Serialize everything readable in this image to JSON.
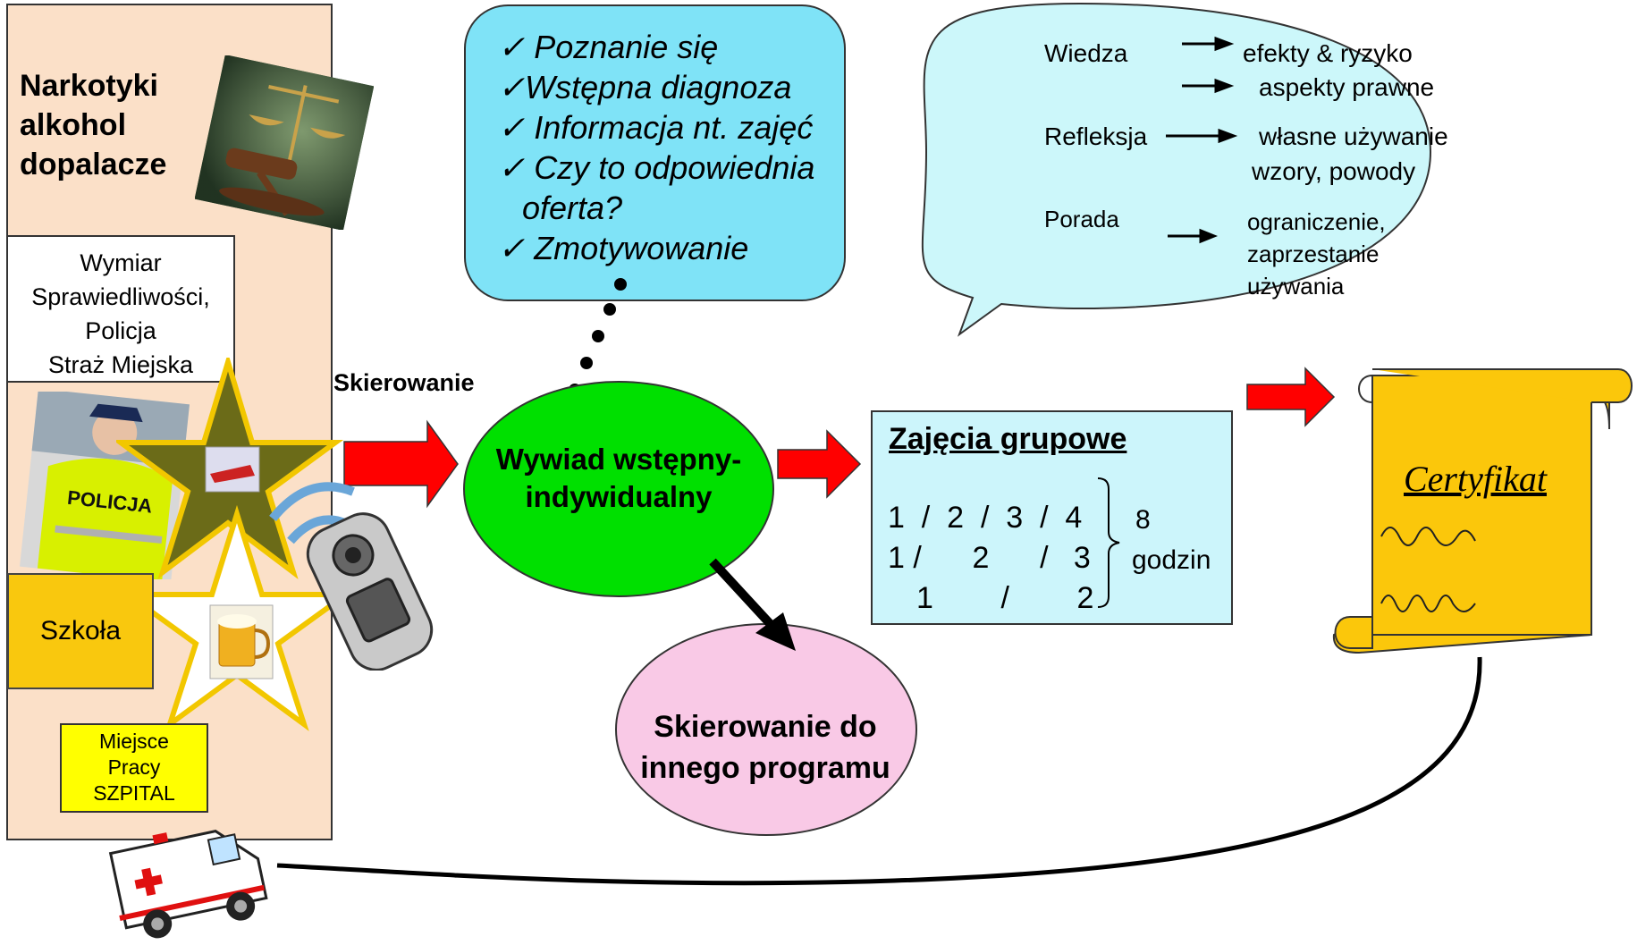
{
  "left": {
    "title_lines": [
      "Narkotyki",
      "alkohol",
      "dopalacze"
    ],
    "institutions": [
      "Wymiar",
      "Sprawiedliwości,",
      "Policja",
      "Straż Miejska"
    ],
    "school": "Szkoła",
    "workplace": [
      "Miejsce",
      "Pracy",
      "SZPITAL"
    ],
    "police_badge": "POLICJA"
  },
  "referral_label": "Skierowanie",
  "thought_bubble": {
    "items": [
      "Poznanie się",
      "Wstępna diagnoza",
      "Informacja nt. zajęć",
      "Czy to odpowiednia",
      "oferta?",
      "Zmotywowanie"
    ],
    "check": "✓"
  },
  "speech_bubble": {
    "rows": [
      {
        "label": "Wiedza",
        "values": [
          "efekty & ryzyko",
          "aspekty prawne"
        ]
      },
      {
        "label": "Refleksja",
        "values": [
          "własne używanie",
          "wzory, powody"
        ]
      },
      {
        "label": "Porada",
        "values": [
          "ograniczenie,",
          "zaprzestanie",
          "używania"
        ]
      }
    ]
  },
  "interview": [
    "Wywiad wstępny-",
    "indywidualny"
  ],
  "group": {
    "title": "Zajęcia grupowe",
    "rows": [
      "1  /  2  /  3  /  4",
      "1 /      2      /   3",
      "1        /        2"
    ],
    "hours_value": "8",
    "hours_unit": "godzin"
  },
  "other_program": [
    "Skierowanie do",
    "innego programu"
  ],
  "certificate": "Certyfikat",
  "colors": {
    "left_panel": "#fbe0c8",
    "thought_bubble": "#7fe3f7",
    "speech_bubble": "#ccf7fa",
    "interview": "#00e000",
    "group_box": "#ccf5fb",
    "other_program": "#f9c9e6",
    "scroll": "#fbc70b",
    "arrow": "#ff0000"
  }
}
